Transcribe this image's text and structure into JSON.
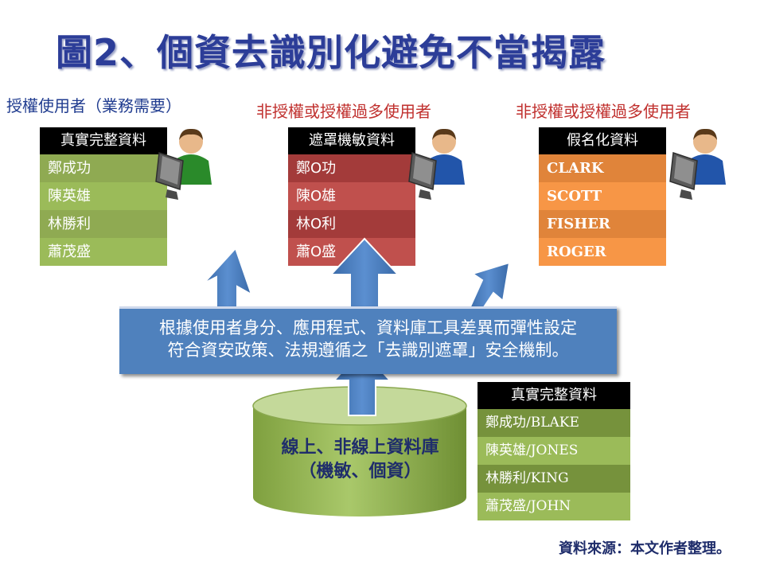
{
  "title": "圖2、個資去識別化避免不當揭露",
  "groups": [
    {
      "label": "授權使用者（業務需要）",
      "color": "#1f3b8f"
    },
    {
      "label": "非授權或授權過多使用者",
      "color": "#c0302e"
    },
    {
      "label": "非授權或授權過多使用者",
      "color": "#c0302e"
    }
  ],
  "tables": {
    "real": {
      "header": "真實完整資料",
      "rows": [
        "鄭成功",
        "陳英雄",
        "林勝利",
        "蕭茂盛"
      ]
    },
    "masked": {
      "header": "遮罩機敏資料",
      "rows": [
        "鄭O功",
        "陳O雄",
        "林O利",
        "蕭O盛"
      ]
    },
    "pseudonym": {
      "header": "假名化資料",
      "rows": [
        "CLARK",
        "SCOTT",
        "FISHER",
        "ROGER"
      ]
    },
    "source_db": {
      "header": "真實完整資料",
      "rows": [
        "鄭成功/BLAKE",
        "陳英雄/JONES",
        "林勝利/KING",
        "蕭茂盛/JOHN"
      ]
    }
  },
  "banner": {
    "line1": "根據使用者身分、應用程式、資料庫工具差異而彈性設定",
    "line2": "符合資安政策、法規遵循之「去識別遮罩」安全機制。"
  },
  "database": {
    "line1": "線上、非線上資料庫",
    "line2": "（機敏、個資）"
  },
  "source_note": "資料來源：本文作者整理。",
  "colors": {
    "title": "#2c3d98",
    "arrow": "#4f81bd",
    "cylinder": "#9bbb59"
  },
  "icons": [
    "user-at-computer-icon",
    "user-at-computer-icon",
    "user-at-computer-icon"
  ]
}
